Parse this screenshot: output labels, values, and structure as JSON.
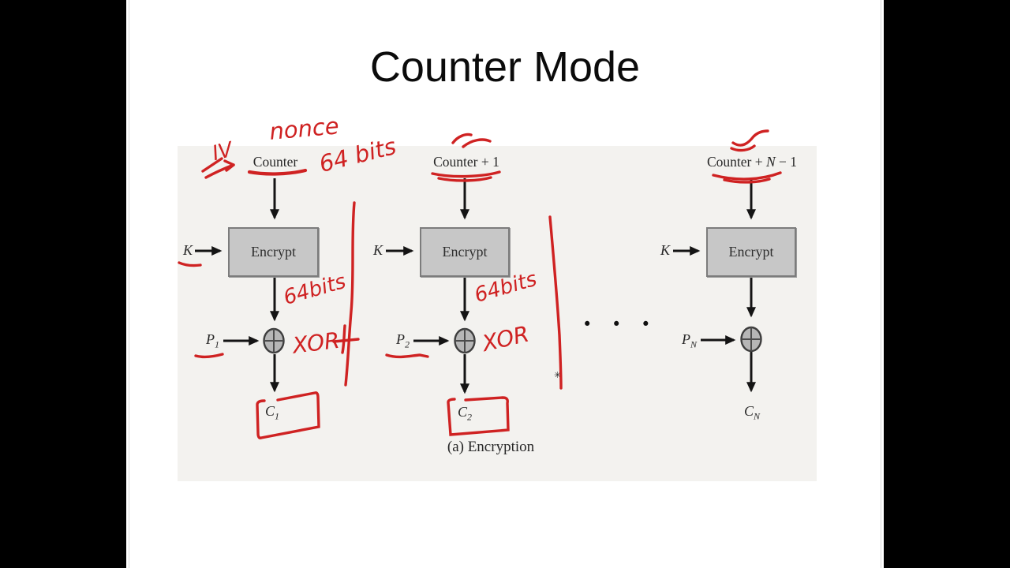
{
  "title": "Counter Mode",
  "figure": {
    "caption": "(a) Encryption",
    "ellipsis": "• • •",
    "columns": [
      {
        "counter_pre": "Counter",
        "counter_var": "",
        "counter_post": "",
        "key": "K",
        "box": "Encrypt",
        "p_base": "P",
        "p_sub": "1",
        "c_base": "C",
        "c_sub": "1"
      },
      {
        "counter_pre": "Counter + 1",
        "counter_var": "",
        "counter_post": "",
        "key": "K",
        "box": "Encrypt",
        "p_base": "P",
        "p_sub": "2",
        "c_base": "C",
        "c_sub": "2"
      },
      {
        "counter_pre": "Counter + ",
        "counter_var": "N",
        "counter_post": " − 1",
        "key": "K",
        "box": "Encrypt",
        "p_base": "P",
        "p_sub": "N",
        "c_base": "C",
        "c_sub": "N"
      }
    ]
  },
  "annotations": {
    "iv": "IV",
    "nonce": "nonce",
    "bits_top": "64 bits",
    "bits_col1": "64bits",
    "bits_col2": "64bits",
    "xor_col1": "XOR",
    "xor_col2": "XOR",
    "star_mark": "✳"
  },
  "colors": {
    "annotation_red": "#cf2222",
    "box_fill": "#c7c7c7",
    "box_border": "#7c7c7c",
    "letterbox": "#000000",
    "figure_bg": "#f3f2ef"
  }
}
